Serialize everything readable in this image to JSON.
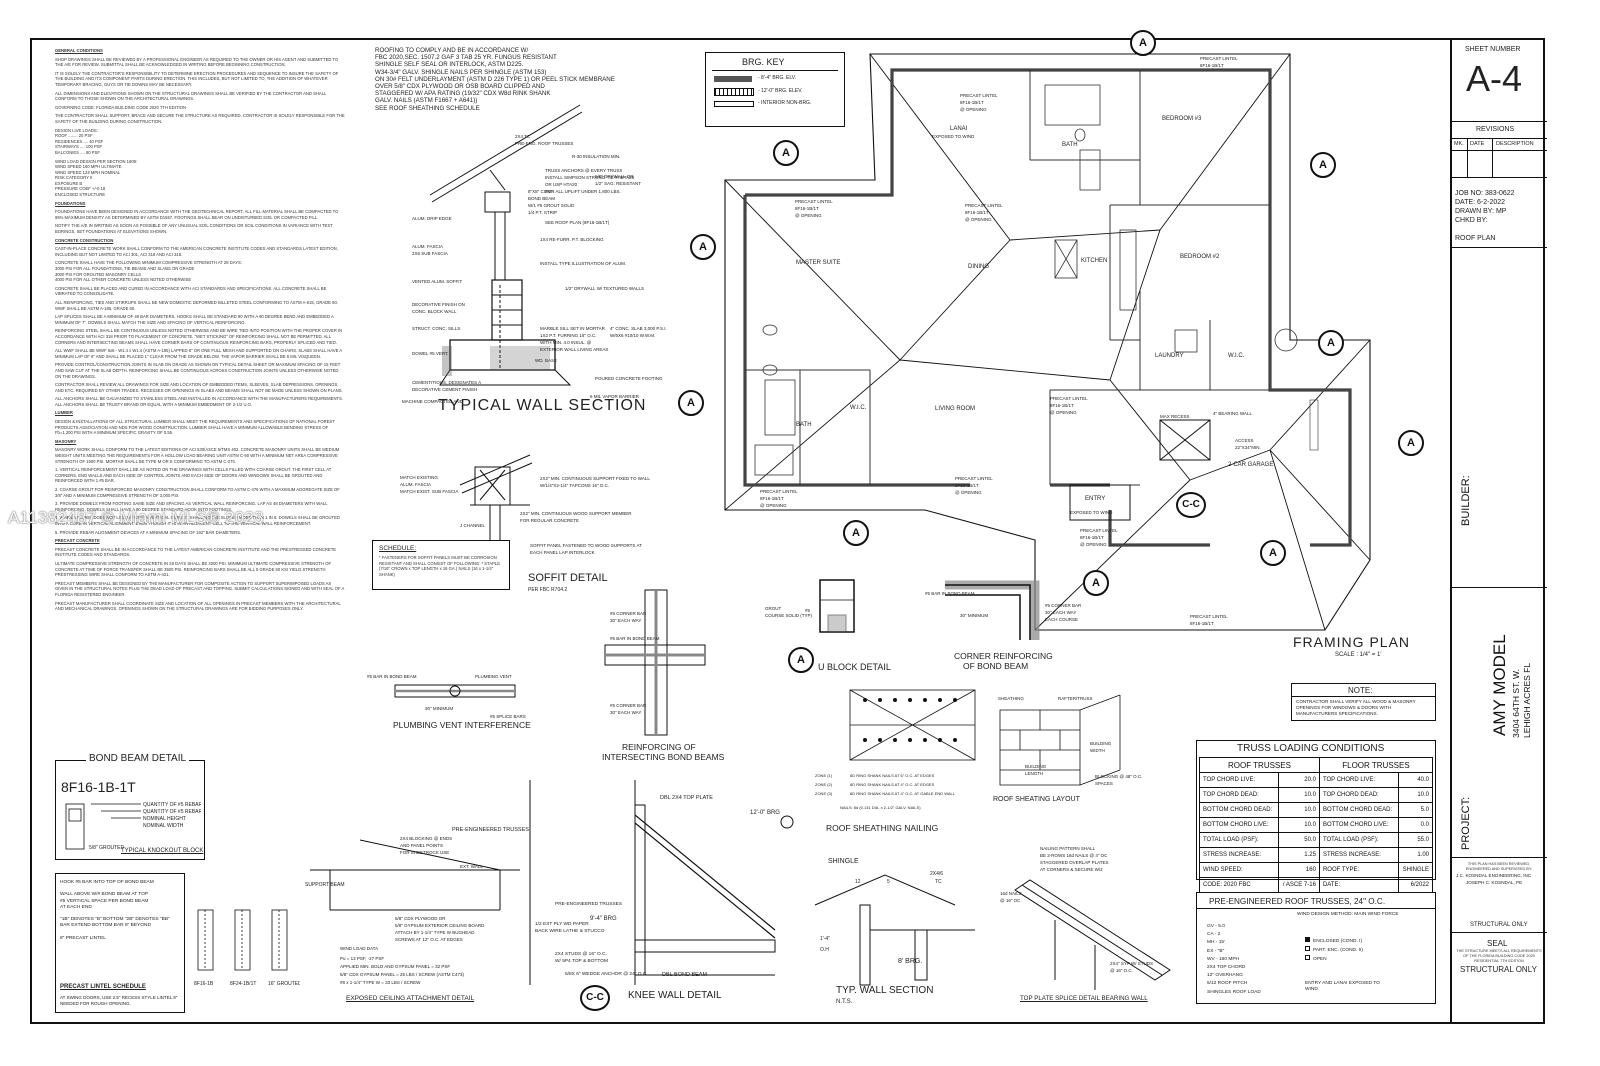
{
  "title_block": {
    "sheet_number_label": "SHEET NUMBER",
    "sheet_number": "A-4",
    "revisions_label": "REVISIONS",
    "rev_cols": [
      "MK.",
      "DATE",
      "DESCRIPTION"
    ],
    "job_no": "JOB NO: 383-0622",
    "date": "DATE: 6-2-2022",
    "drawn_by": "DRAWN BY: MP",
    "chkd_by": "CHKD BY:",
    "sheet_title": "ROOF PLAN",
    "builder_label": "BUILDER:",
    "project_label": "PROJECT:",
    "project_name": "AMY MODEL",
    "project_address1": "3404 64TH ST. W.",
    "project_address2": "LEHIGH ACRES FL",
    "engineer": "J.C. KOSNDAL ENGINEERING, INC",
    "engineer2": "JOSEPH C. KOSNDAL, PE",
    "structural_only_1": "STRUCTURAL ONLY",
    "seal_label": "SEAL",
    "structural_only_2": "STRUCTURAL ONLY"
  },
  "watermark": "A11382487 © Miami MLS® 2023",
  "notes": {
    "general_conditions": "GENERAL CONDITIONS",
    "foundations": "FOUNDATIONS",
    "concrete": "CONCRETE CONSTRUCTION",
    "masonry": "MASONRY",
    "precast": "PRECAST CONCRETE",
    "lumber": "LUMBER"
  },
  "roofing_note": {
    "l1": "ROOFING TO COMPLY AND BE IN ACCORDANCE W/",
    "l2": "FBC 2020,SEC. 1507.2 GAF 3 TAB 25 YR. FUNGUS RESISTANT",
    "l3": "SHINGLE SELF SEAL OR INTERLOCK, ASTM D225.",
    "l4": "W34-3/4\" GALV. SHINGLE NAILS PER SHINGLE (ASTM 153)",
    "l5": "ON 30# FELT UNDERLAYMENT (ASTM D 226 TYPE 1) OR PEEL STICK MEMBRANE",
    "l6": "OVER 5/8\" CDX PLYWOOD OR OSB BOARD CLIPPED AND",
    "l7": "STAGGERED W/ APA RATING (19/32\" CDX W8d RINK SHANK",
    "l8": "GALV. NAILS (ASTM F1667 + A641))",
    "l9": "SEE ROOF SHEATHING SCHEDULE"
  },
  "brg_key": {
    "title": "BRG. KEY",
    "items": [
      "- 8'-4\" BRG. ELV.",
      "- 12'-0\" BRG. ELEV.",
      "- INTERIOR NON-BRG."
    ]
  },
  "rooms": {
    "lanai": "LANAI",
    "bath1": "BATH",
    "bedroom3": "BEDROOM #3",
    "master_suite": "MASTER SUITE",
    "dining": "DINING",
    "kitchen": "KITCHEN",
    "bedroom2": "BEDROOM #2",
    "laundry": "LAUNDRY",
    "wic1": "W.I.C.",
    "bath2": "BATH",
    "wic2": "W.I.C.",
    "living_room": "LIVING ROOM",
    "garage": "2-CAR GARAGE",
    "entry": "ENTRY"
  },
  "labels": {
    "precast_lintel": "PRECAST LINTEL",
    "lintel_code": "8F16-1B/1T",
    "typical_wall_section": "TYPICAL WALL SECTION",
    "soffit_detail": "SOFFIT DETAIL",
    "soffit_sub": "PER FBC R704.2",
    "schedule": "SCHEDULE:",
    "u_block": "U BLOCK DETAIL",
    "corner_reinf": "CORNER REINFORCING",
    "corner_reinf2": "OF BOND BEAM",
    "framing_plan": "FRAMING PLAN",
    "scale": "SCALE : 1/4\" = 1'",
    "plumbing_vent": "PLUMBING VENT INTERFERENCE",
    "reinf_bond": "REINFORCING OF",
    "reinf_bond2": "INTERSECTING BOND BEAMS",
    "bond_beam_detail": "BOND BEAM DETAIL",
    "bond_code": "8F16-1B-1T",
    "typical_knockout": "TYPICAL KNOCKOUT BLOCK",
    "precast_lintel_schedule": "PRECAST LINTEL SCHEDULE",
    "exposed_ceiling": "EXPOSED CEILING ATTACHMENT DETAIL",
    "knee_wall": "KNEE WALL DETAIL",
    "roof_sheathing_nailing": "ROOF SHEATHING NAILING",
    "roof_sheathing_layout": "ROOF SHEATING LAYOUT",
    "typ_wall_section": "TYP. WALL SECTION",
    "nts": "N.T.S.",
    "top_plate_splice": "TOP PLATE SPLICE DETAIL BEARING WALL",
    "note_title": "NOTE:",
    "note_body": "CONTRACTOR SHALL VERIFY ALL WOOD & MASONRY OPENINGS FOR WINDOWS & DOORS WITH MANUFACTURERS SPECIFICATIONS.",
    "dbl_top_plate": "DBL 2X4 TOP PLATE",
    "brg_12": "12'-0\" BRG",
    "brg_9_4": "9'-4\" BRG",
    "brg_8": "8' BRG.",
    "shingle": "SHINGLE",
    "pre_eng_trusses": "PRE-ENGINEERED TRUSSES",
    "support_beam": "SUPPORT BEAM",
    "dbl_bond_beam": "DBL BOND BEAM"
  },
  "truss_loading": {
    "title": "TRUSS LOADING CONDITIONS",
    "roof_header": "ROOF TRUSSES",
    "floor_header": "FLOOR TRUSSES",
    "rows": [
      [
        "TOP CHORD LIVE:",
        "20.0",
        "TOP CHORD LIVE:",
        "40.0"
      ],
      [
        "TOP CHORD DEAD:",
        "10.0",
        "TOP CHORD DEAD:",
        "10.0"
      ],
      [
        "BOTTOM CHORD DEAD:",
        "10.0",
        "BOTTOM CHORD DEAD:",
        "5.0"
      ],
      [
        "BOTTOM CHORD LIVE:",
        "10.0",
        "BOTTOM CHORD LIVE:",
        "0.0"
      ],
      [
        "TOTAL LOAD (PSF):",
        "50.0",
        "TOTAL LOAD (PSF):",
        "55.0"
      ],
      [
        "STRESS INCREASE:",
        "1.25",
        "STRESS INCREASE:",
        "1.00"
      ],
      [
        "WIND SPEED:",
        "160",
        "ROOF TYPE:",
        "SHINGLE"
      ],
      [
        "CODE: 2020 FBC",
        "/ ASCE 7-16",
        "DATE:",
        "6/2022"
      ]
    ]
  },
  "pre_eng": {
    "title": "PRE-ENGINEERED ROOF TRUSSES, 24\" O.C.",
    "sub": "WIND DESIGN METHOD: MAIN WIND FORCE",
    "left": [
      "GV - 5.0",
      "CA - 2",
      "MH - 15'",
      "EX - \"B\"",
      "WV - 160 MPH",
      "2X4 TOP CHORD",
      "12\" OVERHANG",
      "5/12 ROOF PITCH",
      "SHINGLES ROOF LOAD"
    ],
    "right": [
      "ENCLOSED (COND. I)",
      "PART. ENC. (COND. II)",
      "OPEN",
      "ENTRY AND LANAI EXPOSED TO WIND"
    ]
  }
}
